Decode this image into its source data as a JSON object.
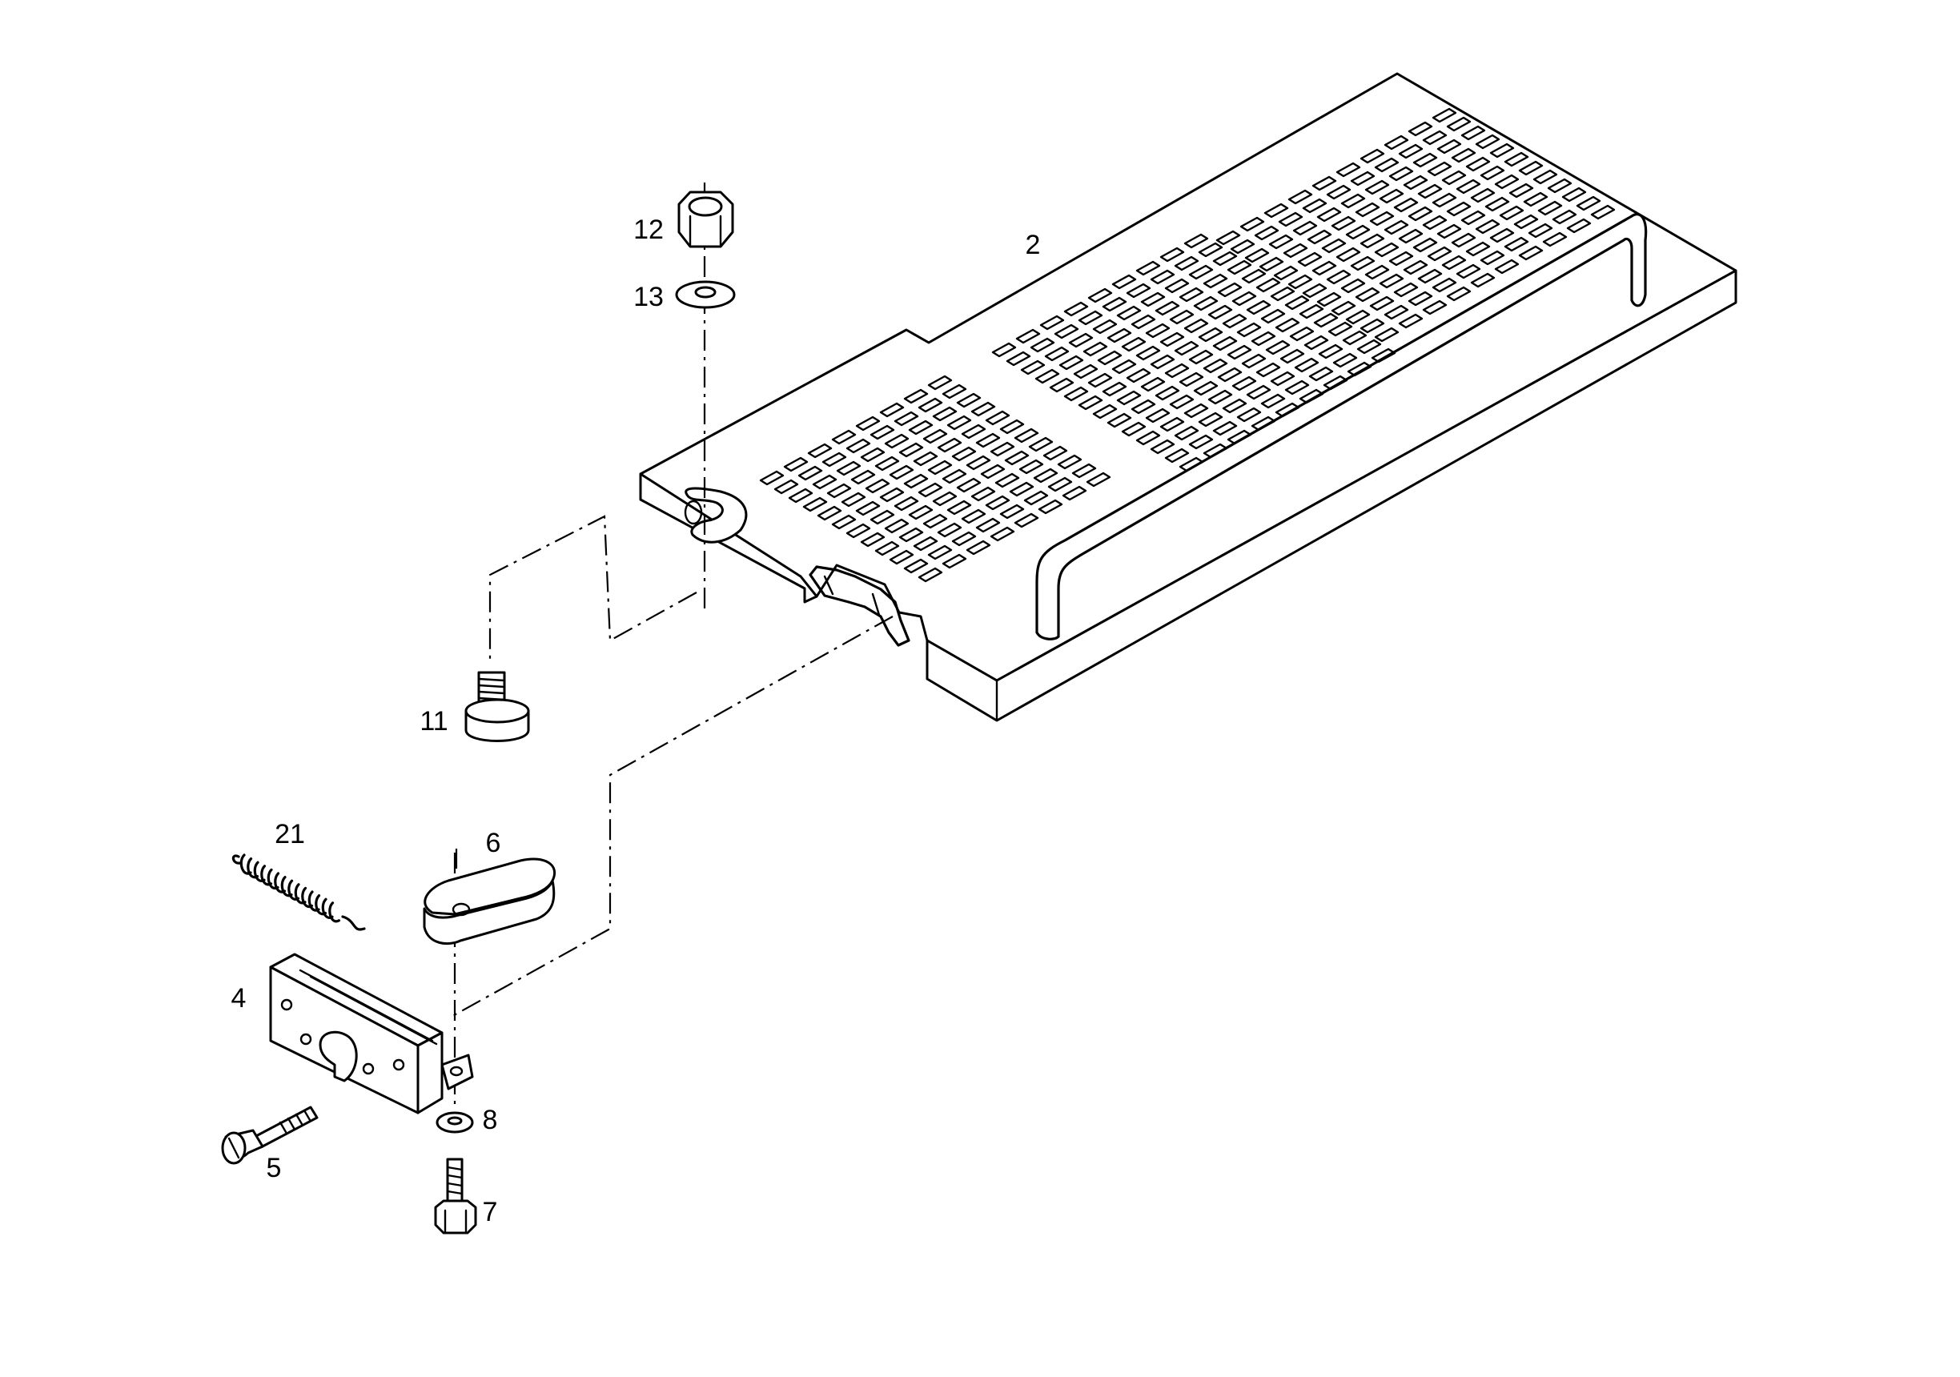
{
  "diagram": {
    "callouts": {
      "tray": "2",
      "lock_body": "4",
      "screw": "5",
      "lever": "6",
      "bolt": "7",
      "washer_small": "8",
      "stud": "11",
      "nut": "12",
      "washer": "13",
      "spring": "21"
    }
  }
}
